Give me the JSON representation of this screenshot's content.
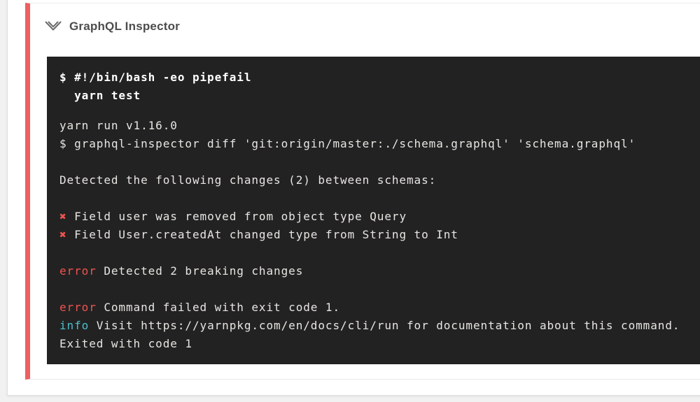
{
  "colors": {
    "accent_red": "#ee5f5f",
    "error_red": "#ef5350",
    "info_cyan": "#4bbecb",
    "terminal_bg": "#222222",
    "terminal_text": "#e8e6e3",
    "terminal_bold": "#ffffff",
    "page_bg": "#f1f1f1",
    "card_bg": "#ffffff"
  },
  "step": {
    "title": "GraphQL Inspector",
    "icon": "chevron-double-down-icon",
    "status": "failed"
  },
  "terminal": {
    "command_lines": [
      "$ #!/bin/bash -eo pipefail",
      "  yarn test"
    ],
    "output_lines": [
      [
        [
          "yarn run v1.16.0",
          "plain"
        ]
      ],
      [
        [
          "$ graphql-inspector diff 'git:origin/master:./schema.graphql' 'schema.graphql'",
          "plain"
        ]
      ],
      [],
      [
        [
          "Detected the following changes (2) between schemas:",
          "plain"
        ]
      ],
      [],
      [
        [
          "✖",
          "xmark"
        ],
        [
          " Field user was removed from object type Query",
          "plain"
        ]
      ],
      [
        [
          "✖",
          "xmark"
        ],
        [
          " Field User.createdAt changed type from String to Int",
          "plain"
        ]
      ],
      [],
      [
        [
          "error",
          "red"
        ],
        [
          " Detected 2 breaking changes",
          "plain"
        ]
      ],
      [],
      [
        [
          "error",
          "red"
        ],
        [
          " Command failed with exit code 1.",
          "plain"
        ]
      ],
      [
        [
          "info",
          "cyan"
        ],
        [
          " Visit https://yarnpkg.com/en/docs/cli/run for documentation about this command.",
          "plain"
        ]
      ],
      [
        [
          "Exited with code 1",
          "plain"
        ]
      ]
    ]
  }
}
